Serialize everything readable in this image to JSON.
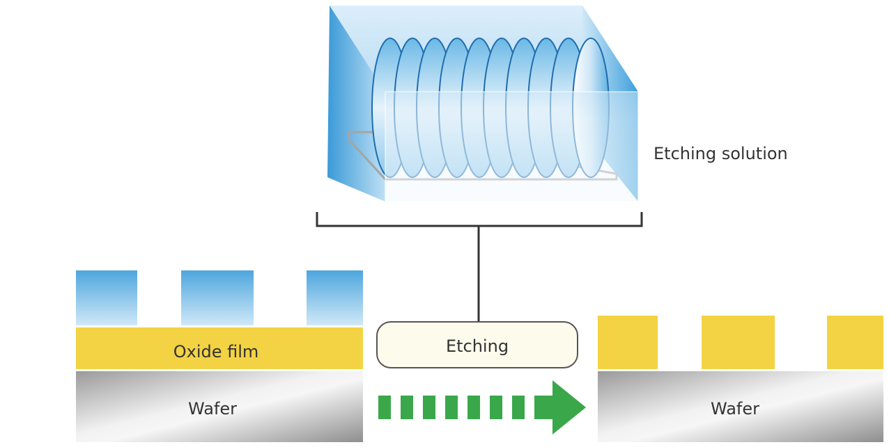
{
  "labels": {
    "etching_solution": "Etching solution",
    "etching": "Etching",
    "oxide_film": "Oxide film",
    "wafer_left": "Wafer",
    "wafer_right": "Wafer"
  },
  "colors": {
    "resist_blue": "#5aaee0",
    "oxide_yellow": "#f3d343",
    "wafer_gray": "#a9a9a9",
    "arrow_green": "#3aa84a",
    "tank_blue": "#3d9fdc",
    "label_box_fill": "#fdfbec"
  }
}
